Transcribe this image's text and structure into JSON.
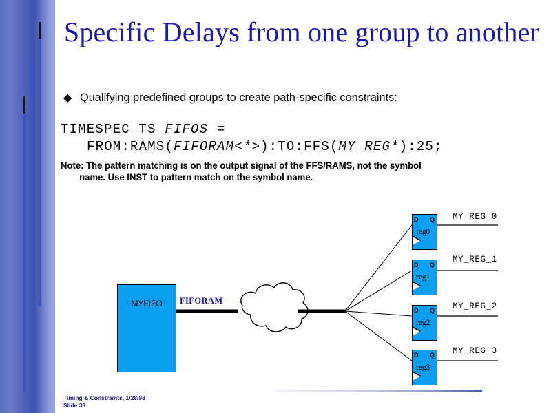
{
  "slide": {
    "title": "Specific Delays from one group to another",
    "bullet": {
      "marker": "diamond-bullet",
      "text": "Qualifying predefined groups to create path-specific constraints:"
    },
    "code": {
      "line1_a": "TIMESPEC TS_",
      "line1_b": "FIFOS",
      "line1_c": " =",
      "line2_a": "FROM:RAMS(",
      "line2_b": "FIFORAM<*>",
      "line2_c": "):TO:FFS(",
      "line2_d": "MY_REG*",
      "line2_e": "):25;"
    },
    "note": {
      "line1": "Note: The pattern matching is on the output signal of the FFS/RAMS, not the symbol",
      "line2": "name.  Use INST to pattern  match on the symbol name."
    },
    "footer": {
      "line1": "Timing & Constraints, 1/28/98",
      "line2": "Slide 33"
    }
  },
  "schematic": {
    "fifo": {
      "label": "MYFIFO"
    },
    "net": {
      "label": "FIFORAM"
    },
    "cloud": {
      "name": "routing-cloud"
    },
    "registers": [
      {
        "d": "D",
        "q": "Q",
        "name": "reg0",
        "output": "MY_REG_0"
      },
      {
        "d": "D",
        "q": "Q",
        "name": "reg1",
        "output": "MY_REG_1"
      },
      {
        "d": "D",
        "q": "Q",
        "name": "reg2",
        "output": "MY_REG_2"
      },
      {
        "d": "D",
        "q": "Q",
        "name": "reg3",
        "output": "MY_REG_3"
      }
    ]
  },
  "colors": {
    "title_blue": "#1919b5",
    "block_cyan": "#0aa0ef",
    "net_label_blue": "#14149b",
    "footer_blue": "#1a1a8c",
    "sidebar_blue": "#4c5fb4"
  }
}
